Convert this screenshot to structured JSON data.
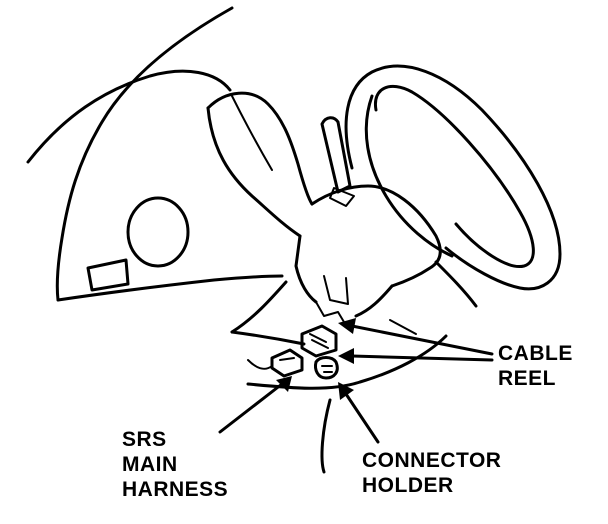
{
  "labels": {
    "cable_reel": [
      "CABLE",
      "REEL"
    ],
    "srs_main_harness": [
      "SRS",
      "MAIN",
      "HARNESS"
    ],
    "connector_holder": [
      "CONNECTOR",
      "HOLDER"
    ]
  }
}
